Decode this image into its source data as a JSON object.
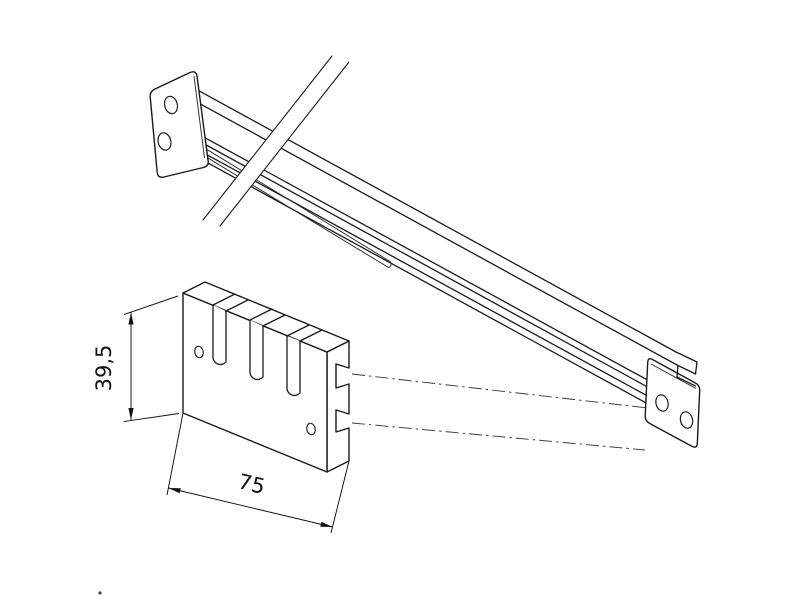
{
  "drawing": {
    "dimension_labels": {
      "height_mm": "39,5",
      "length_mm": "75"
    },
    "line_color": "#1a1a1a",
    "background_color": "#ffffff",
    "parts": [
      "mounting-rail-profile",
      "end-bracket-left",
      "end-bracket-right",
      "inner-rod",
      "break-lines",
      "slotted-insert-block",
      "projection-centerlines"
    ]
  }
}
